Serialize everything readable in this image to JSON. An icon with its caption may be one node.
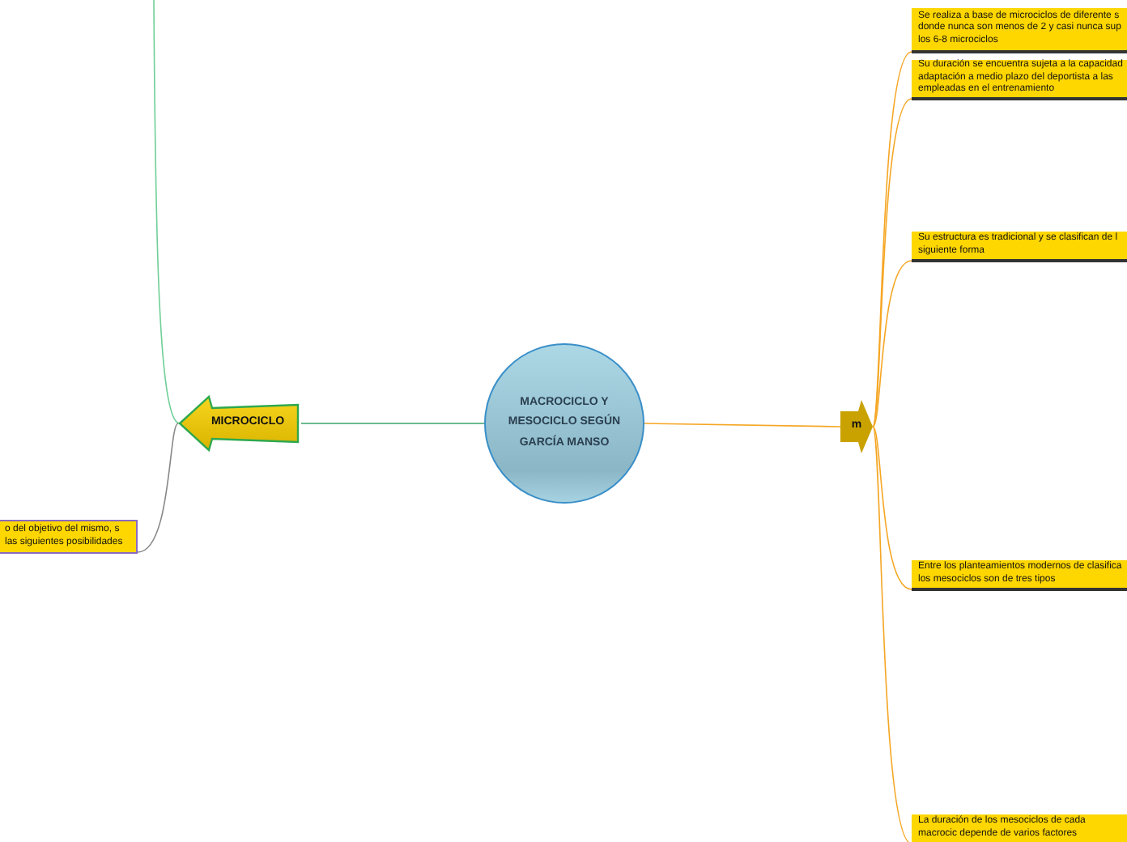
{
  "diagram": {
    "nodes": [
      {
        "text": [
          "MACROCICLO Y MESOCICLO SEGÚN GARCÍA MANSO"
        ]
      },
      {
        "text": [
          "MICROCICLO"
        ]
      },
      {
        "text": [
          "o del objetivo del mismo, s las siguientes posibilidades"
        ]
      },
      {
        "text": [
          "m"
        ]
      },
      {
        "text": [
          "Se realiza a base de microciclos de diferente s donde nunca son menos de 2 y casi nunca sup los 6-8 microciclos"
        ]
      },
      {
        "text": [
          "Su duración se encuentra sujeta a la capacidad adaptación a medio plazo del deportista a las empleadas en el entrenamiento"
        ]
      },
      {
        "text": [
          "Su estructura es tradicional y se clasifican de l siguiente forma"
        ]
      },
      {
        "text": [
          "Entre los planteamientos modernos de clasifica los mesociclos son de tres tipos"
        ]
      },
      {
        "text": [
          "La duración de los mesociclos de cada macrocic depende de varios factores"
        ]
      }
    ],
    "edges": [
      {
        "from": 0,
        "to": 1,
        "arrow": "none",
        "color": "#3aa36a"
      },
      {
        "from": null,
        "to": 1,
        "arrow": "none",
        "color": "#6fcf97"
      },
      {
        "from": 1,
        "to": 2,
        "arrow": "none",
        "color": "#888888"
      },
      {
        "from": 0,
        "to": 3,
        "arrow": "none"
      },
      {
        "from": 3,
        "to": 4,
        "arrow": "none"
      },
      {
        "from": 3,
        "to": 5,
        "arrow": "none"
      },
      {
        "from": 3,
        "to": 6,
        "arrow": "none"
      },
      {
        "from": 3,
        "to": 7,
        "arrow": "none"
      },
      {
        "from": 3,
        "to": 8,
        "arrow": "none"
      }
    ]
  }
}
